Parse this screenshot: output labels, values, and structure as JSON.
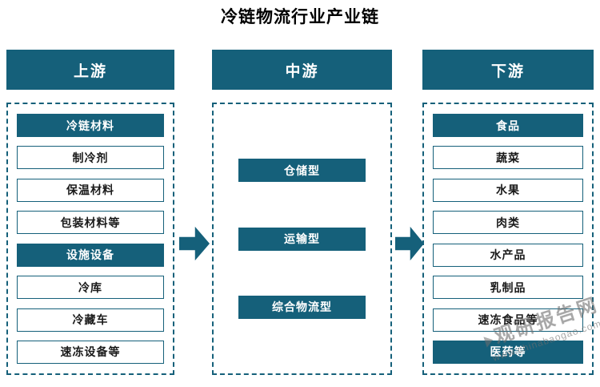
{
  "title": "冷链物流行业产业链",
  "colors": {
    "accent": "#15607a",
    "background": "#ffffff",
    "watermark_gray": "#6e6e6e"
  },
  "columns": [
    {
      "header": "上游",
      "items": [
        {
          "label": "冷链材料",
          "type": "filled"
        },
        {
          "label": "制冷剂",
          "type": "outline"
        },
        {
          "label": "保温材料",
          "type": "outline"
        },
        {
          "label": "包装材料等",
          "type": "outline"
        },
        {
          "label": "设施设备",
          "type": "filled"
        },
        {
          "label": "冷库",
          "type": "outline"
        },
        {
          "label": "冷藏车",
          "type": "outline"
        },
        {
          "label": "速冻设备等",
          "type": "outline"
        }
      ]
    },
    {
      "header": "中游",
      "items": [
        {
          "label": "仓储型",
          "type": "filled"
        },
        {
          "label": "运输型",
          "type": "filled"
        },
        {
          "label": "综合物流型",
          "type": "filled"
        }
      ]
    },
    {
      "header": "下游",
      "items": [
        {
          "label": "食品",
          "type": "filled"
        },
        {
          "label": "蔬菜",
          "type": "outline"
        },
        {
          "label": "水果",
          "type": "outline"
        },
        {
          "label": "肉类",
          "type": "outline"
        },
        {
          "label": "水产品",
          "type": "outline"
        },
        {
          "label": "乳制品",
          "type": "outline"
        },
        {
          "label": "速冻食品等",
          "type": "outline"
        },
        {
          "label": "医药等",
          "type": "filled"
        }
      ]
    }
  ],
  "watermark": {
    "brand": "观研报告网",
    "url": "www.chinabaogao.com"
  }
}
